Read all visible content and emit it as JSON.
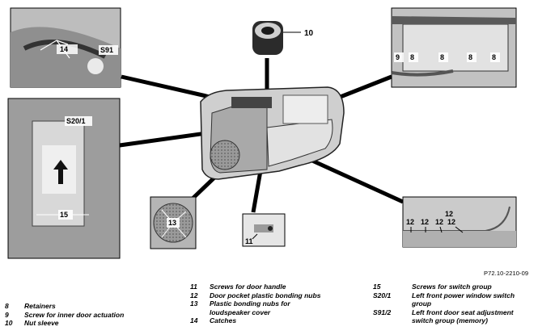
{
  "callouts": {
    "label_10": "10",
    "label_14": "14",
    "label_S91": "S91",
    "label_S20_1": "S20/1",
    "label_15": "15",
    "label_13": "13",
    "label_11": "11",
    "label_9": "9",
    "label_8a": "8",
    "label_8b": "8",
    "label_8c": "8",
    "label_8d": "8",
    "label_12a": "12",
    "label_12b": "12",
    "label_12c": "12",
    "label_12d": "12",
    "label_12e": "12"
  },
  "reference": "P72.10-2210-09",
  "legend": {
    "col1": [
      {
        "num": "8",
        "text": "Retainers"
      },
      {
        "num": "9",
        "text": "Screw for inner door actuation"
      },
      {
        "num": "10",
        "text": "Nut sleeve"
      }
    ],
    "col2": [
      {
        "num": "11",
        "text": "Screws for door handle"
      },
      {
        "num": "12",
        "text": "Door pocket plastic bonding nubs"
      },
      {
        "num": "13",
        "text": "Plastic bonding nubs for loudspeaker cover"
      },
      {
        "num": "14",
        "text": "Catches"
      }
    ],
    "col3": [
      {
        "num": "15",
        "text": "Screws for switch group"
      },
      {
        "num": "S20/1",
        "text": "Left front power window switch group"
      },
      {
        "num": "S91/2",
        "text": "Left front door seat adjustment switch group (memory)"
      }
    ]
  }
}
